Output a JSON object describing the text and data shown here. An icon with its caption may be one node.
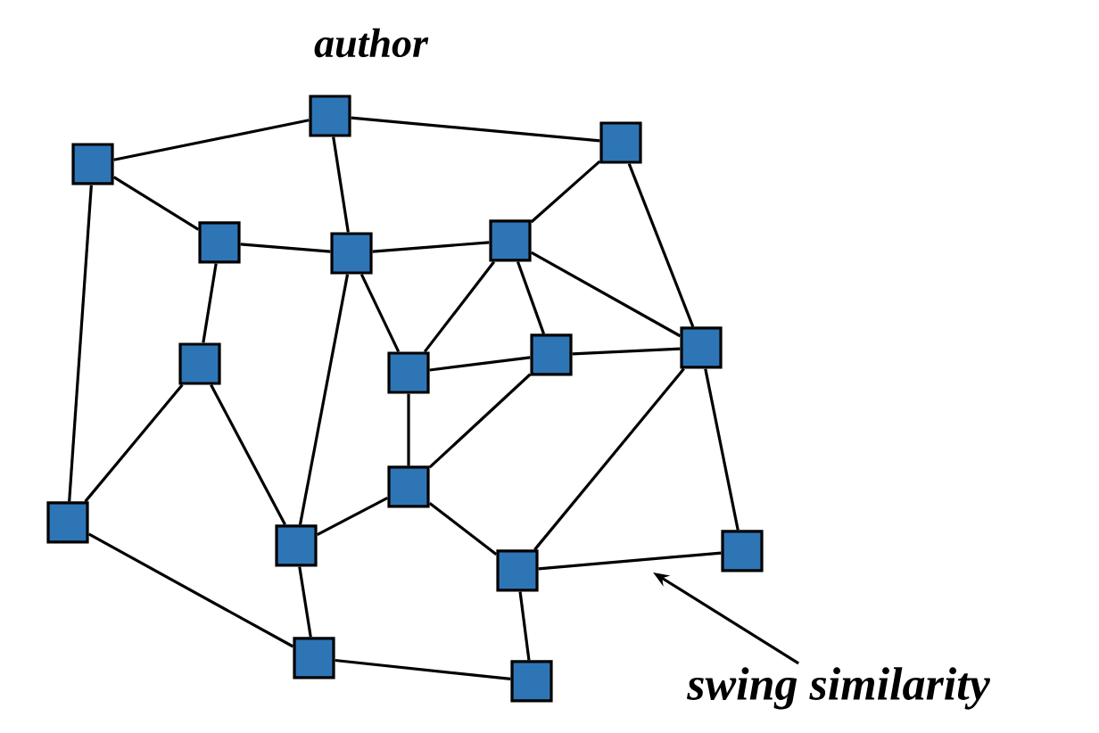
{
  "diagram": {
    "nodes": [
      {
        "text": [],
        "shape": "box"
      },
      {
        "text": [],
        "shape": "box"
      },
      {
        "text": [],
        "shape": "box"
      },
      {
        "text": [],
        "shape": "box"
      },
      {
        "text": [],
        "shape": "box"
      },
      {
        "text": [],
        "shape": "box"
      },
      {
        "text": [],
        "shape": "box"
      },
      {
        "text": [],
        "shape": "box"
      },
      {
        "text": [],
        "shape": "box"
      },
      {
        "text": [],
        "shape": "box"
      },
      {
        "text": [],
        "shape": "box"
      },
      {
        "text": [],
        "shape": "box"
      },
      {
        "text": [],
        "shape": "box"
      },
      {
        "text": [],
        "shape": "box"
      },
      {
        "text": [],
        "shape": "box"
      },
      {
        "text": [],
        "shape": "box"
      },
      {
        "text": [],
        "shape": "box"
      },
      {
        "text": [
          "swing similarity"
        ]
      }
    ],
    "edges": [
      {
        "from": 0,
        "to": 1,
        "arrow": "none"
      },
      {
        "from": 1,
        "to": 2,
        "arrow": "none"
      },
      {
        "from": 0,
        "to": 3,
        "arrow": "none"
      },
      {
        "from": 1,
        "to": 4,
        "arrow": "none"
      },
      {
        "from": 3,
        "to": 4,
        "arrow": "none"
      },
      {
        "from": 4,
        "to": 5,
        "arrow": "none"
      },
      {
        "from": 2,
        "to": 5,
        "arrow": "none"
      },
      {
        "from": 2,
        "to": 9,
        "arrow": "none"
      },
      {
        "from": 5,
        "to": 9,
        "arrow": "none"
      },
      {
        "from": 5,
        "to": 7,
        "arrow": "none"
      },
      {
        "from": 5,
        "to": 8,
        "arrow": "none"
      },
      {
        "from": 4,
        "to": 7,
        "arrow": "none"
      },
      {
        "from": 7,
        "to": 8,
        "arrow": "none"
      },
      {
        "from": 8,
        "to": 9,
        "arrow": "none"
      },
      {
        "from": 0,
        "to": 11,
        "arrow": "none"
      },
      {
        "from": 3,
        "to": 6,
        "arrow": "none"
      },
      {
        "from": 6,
        "to": 11,
        "arrow": "none"
      },
      {
        "from": 6,
        "to": 12,
        "arrow": "none"
      },
      {
        "from": 4,
        "to": 12,
        "arrow": "none"
      },
      {
        "from": 7,
        "to": 10,
        "arrow": "none"
      },
      {
        "from": 8,
        "to": 10,
        "arrow": "none"
      },
      {
        "from": 10,
        "to": 12,
        "arrow": "none"
      },
      {
        "from": 10,
        "to": 13,
        "arrow": "none"
      },
      {
        "from": 9,
        "to": 13,
        "arrow": "none"
      },
      {
        "from": 9,
        "to": 14,
        "arrow": "none"
      },
      {
        "from": 13,
        "to": 14,
        "arrow": "none"
      },
      {
        "from": 11,
        "to": 15,
        "arrow": "none"
      },
      {
        "from": 12,
        "to": 15,
        "arrow": "none"
      },
      {
        "from": 13,
        "to": 16,
        "arrow": "none"
      },
      {
        "from": 15,
        "to": 16,
        "arrow": "none"
      },
      {
        "from": 17,
        "to": null,
        "arrow": "to"
      }
    ],
    "labels": [
      "author"
    ]
  }
}
